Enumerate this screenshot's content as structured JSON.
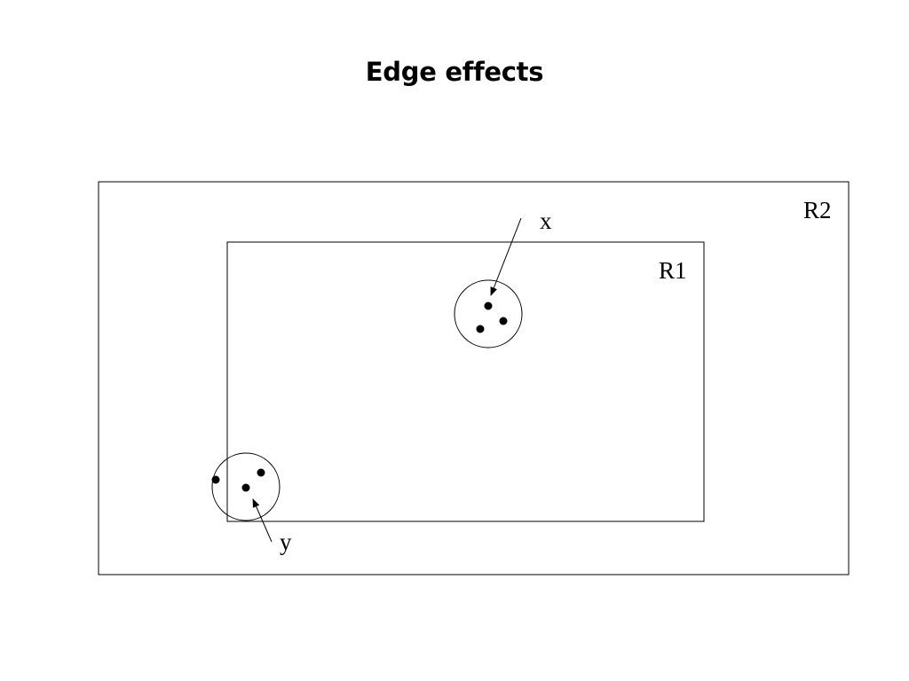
{
  "slide": {
    "title": "Edge effects"
  },
  "diagram": {
    "outer_region_label": "R2",
    "inner_region_label": "R1",
    "point_x_label": "x",
    "point_y_label": "y"
  },
  "colors": {
    "stroke": "#000000",
    "background": "#ffffff"
  }
}
